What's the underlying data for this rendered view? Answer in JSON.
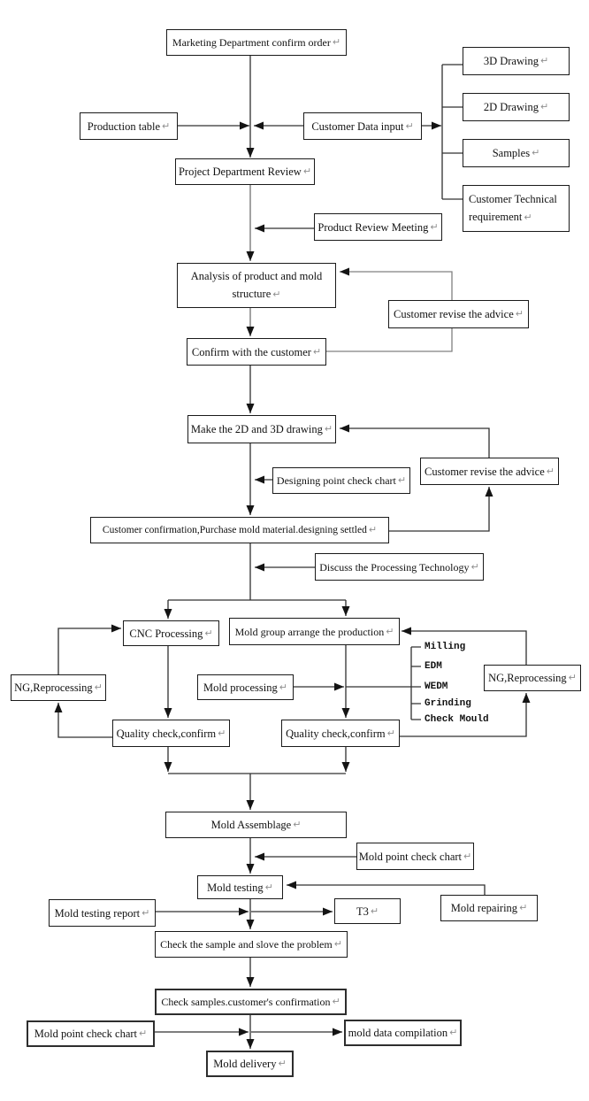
{
  "marks": {
    "return_glyph": "↵"
  },
  "colors": {
    "background": "#ffffff",
    "box_border": "#1a1a1a",
    "line": "#303030",
    "feedback_line": "#808080",
    "return_mark": "#8f8f8f",
    "text": "#111111"
  },
  "nodes": {
    "marketing": {
      "label": "Marketing Department confirm order"
    },
    "production_table": {
      "label": "Production table"
    },
    "customer_data_input": {
      "label": "Customer Data input"
    },
    "drawing_3d": {
      "label": "3D Drawing"
    },
    "drawing_2d": {
      "label": "2D Drawing"
    },
    "samples": {
      "label": "Samples"
    },
    "customer_technical": {
      "label": "Customer Technical requirement"
    },
    "project_review": {
      "label": "Project Department Review"
    },
    "product_review_meeting": {
      "label": "Product Review Meeting"
    },
    "analysis": {
      "label": "Analysis of product and mold structure"
    },
    "customer_revise_1": {
      "label": "Customer revise the advice"
    },
    "confirm_customer": {
      "label": "Confirm with the customer"
    },
    "make_drawing": {
      "label": "Make the 2D and 3D drawing"
    },
    "designing_check": {
      "label": "Designing point check chart"
    },
    "customer_revise_2": {
      "label": "Customer revise the advice"
    },
    "customer_confirmation": {
      "label": "Customer confirmation,Purchase mold material.designing settled"
    },
    "discuss_processing": {
      "label": "Discuss the Processing Technology"
    },
    "cnc": {
      "label": "CNC Processing"
    },
    "mold_group": {
      "label": "Mold group arrange the production"
    },
    "ng_left": {
      "label": "NG,Reprocessing"
    },
    "mold_processing": {
      "label": "Mold processing"
    },
    "ng_right": {
      "label": "NG,Reprocessing"
    },
    "quality_left": {
      "label": "Quality check,confirm"
    },
    "quality_right": {
      "label": "Quality check,confirm"
    },
    "mold_assemblage": {
      "label": "Mold Assemblage"
    },
    "mold_point_check_1": {
      "label": "Mold point check chart"
    },
    "mold_testing": {
      "label": "Mold testing"
    },
    "mold_testing_report": {
      "label": "Mold testing report"
    },
    "t3": {
      "label": "T3"
    },
    "mold_repairing": {
      "label": "Mold repairing"
    },
    "check_sample": {
      "label": "Check the sample and slove the problem"
    },
    "check_samples_confirm": {
      "label": "Check samples.customer's confirmation"
    },
    "mold_point_check_2": {
      "label": "Mold point check chart"
    },
    "mold_data_compilation": {
      "label": "mold data compilation"
    },
    "mold_delivery": {
      "label": "Mold delivery"
    }
  },
  "process_list": [
    "Milling",
    "EDM",
    "WEDM",
    "Grinding",
    "Check Mould"
  ]
}
